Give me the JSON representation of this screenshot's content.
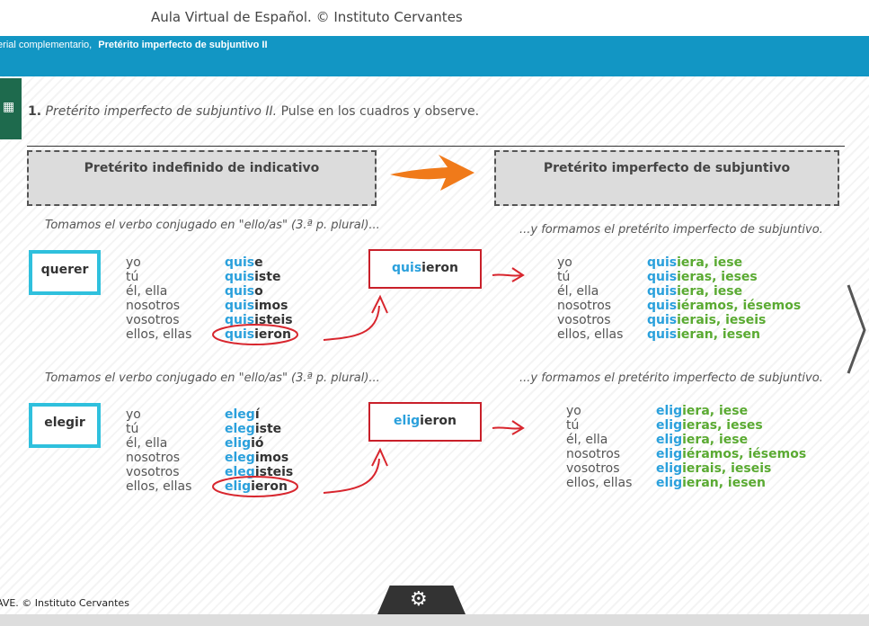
{
  "header": {
    "site_title": "Aula Virtual de Español. © Instituto Cervantes",
    "breadcrumb_prefix": "terial complementario,",
    "breadcrumb_current": "Pretérito imperfecto de subjuntivo II"
  },
  "instruction": {
    "number": "1.",
    "title": "Pretérito imperfecto de subjuntivo II.",
    "text": "Pulse en los cuadros y observe."
  },
  "columns": {
    "left_header": "Pretérito indefinido de indicativo",
    "right_header": "Pretérito imperfecto de subjuntivo"
  },
  "captions": {
    "left": "Tomamos el verbo conjugado en \"ello/as\" (3.ª p. plural)...",
    "right": "...y formamos el pretérito imperfecto de subjuntivo."
  },
  "verbs": [
    {
      "infinitive": "querer",
      "stem_box": {
        "stem": "quis",
        "ending": "ieron"
      },
      "pronouns": [
        "yo",
        "tú",
        "él, ella",
        "nosotros",
        "vosotros",
        "ellos, ellas"
      ],
      "indefinido": [
        {
          "stem": "quis",
          "ending": "e"
        },
        {
          "stem": "quis",
          "ending": "iste"
        },
        {
          "stem": "quis",
          "ending": "o"
        },
        {
          "stem": "quis",
          "ending": "imos"
        },
        {
          "stem": "quis",
          "ending": "isteis"
        },
        {
          "stem": "quis",
          "ending": "ieron"
        }
      ],
      "subjuntivo": [
        {
          "stem": "quis",
          "ending": "iera, iese"
        },
        {
          "stem": "quis",
          "ending": "ieras, ieses"
        },
        {
          "stem": "quis",
          "ending": "iera, iese"
        },
        {
          "stem": "quis",
          "ending": "iéramos, iésemos"
        },
        {
          "stem": "quis",
          "ending": "ierais, ieseis"
        },
        {
          "stem": "quis",
          "ending": "ieran, iesen"
        }
      ]
    },
    {
      "infinitive": "elegir",
      "stem_box": {
        "stem": "elig",
        "ending": "ieron"
      },
      "pronouns": [
        "yo",
        "tú",
        "él, ella",
        "nosotros",
        "vosotros",
        "ellos, ellas"
      ],
      "indefinido": [
        {
          "stem": "eleg",
          "ending": "í"
        },
        {
          "stem": "eleg",
          "ending": "iste"
        },
        {
          "stem": "elig",
          "ending": "ió"
        },
        {
          "stem": "eleg",
          "ending": "imos"
        },
        {
          "stem": "eleg",
          "ending": "isteis"
        },
        {
          "stem": "elig",
          "ending": "ieron"
        }
      ],
      "subjuntivo": [
        {
          "stem": "elig",
          "ending": "iera, iese"
        },
        {
          "stem": "elig",
          "ending": "ieras, ieses"
        },
        {
          "stem": "elig",
          "ending": "iera, iese"
        },
        {
          "stem": "elig",
          "ending": "iéramos, iésemos"
        },
        {
          "stem": "elig",
          "ending": "ierais, ieseis"
        },
        {
          "stem": "elig",
          "ending": "ieran, iesen"
        }
      ]
    }
  ],
  "footer": {
    "text": "AVE. © Instituto Cervantes"
  },
  "icons": {
    "side": "whiteboard-icon",
    "settings": "gear-icon",
    "next": "chevron-right-icon",
    "big_arrow": "orange-arrow-icon"
  },
  "colors": {
    "header_bar": "#1296c4",
    "stem": "#2aa0dc",
    "subjunctive_ending": "#5aaa32",
    "verb_box_border": "#2fc0dd",
    "annotation_red": "#c9202a",
    "arrow_orange": "#f07a1a"
  }
}
